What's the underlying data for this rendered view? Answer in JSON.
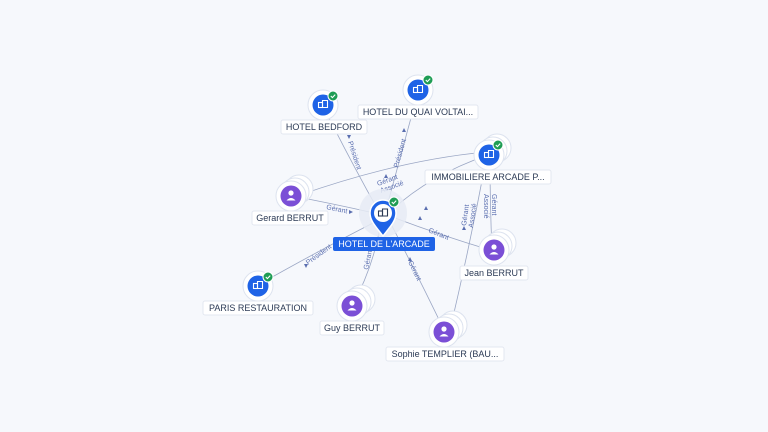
{
  "colors": {
    "company": "#1f63e6",
    "person": "#7b4fd6",
    "check": "#1f9d55",
    "edge": "#9aa6c4",
    "center_label_bg": "#1f63e6"
  },
  "center": {
    "label": "HOTEL DE L'ARCADE",
    "icon": "building-icon"
  },
  "nodes": [
    {
      "id": "bedford",
      "type": "company",
      "label": "HOTEL BEDFORD",
      "verified": true,
      "stack": false
    },
    {
      "id": "quai",
      "type": "company",
      "label": "HOTEL DU QUAI VOLTAI...",
      "verified": true,
      "stack": false
    },
    {
      "id": "immobiliere",
      "type": "company",
      "label": "IMMOBILIERE ARCADE P...",
      "verified": true,
      "stack": true
    },
    {
      "id": "gerard",
      "type": "person",
      "label": "Gerard BERRUT",
      "verified": false,
      "stack": true
    },
    {
      "id": "jean",
      "type": "person",
      "label": "Jean BERRUT",
      "verified": false,
      "stack": true
    },
    {
      "id": "paris",
      "type": "company",
      "label": "PARIS RESTAURATION",
      "verified": true,
      "stack": false
    },
    {
      "id": "guy",
      "type": "person",
      "label": "Guy BERRUT",
      "verified": false,
      "stack": true
    },
    {
      "id": "sophie",
      "type": "person",
      "label": "Sophie TEMPLIER (BAU...",
      "verified": false,
      "stack": true
    }
  ],
  "edges": [
    {
      "id": "e-bedford",
      "label": "Président"
    },
    {
      "id": "e-quai",
      "label": "Président"
    },
    {
      "id": "e-immo-gerant",
      "label": "Gérant"
    },
    {
      "id": "e-immo-associe",
      "label": "Associé"
    },
    {
      "id": "e-gerard",
      "label": "Gérant"
    },
    {
      "id": "e-jean",
      "label": "Gérant"
    },
    {
      "id": "e-paris",
      "label": "Président"
    },
    {
      "id": "e-guy",
      "label": "Gérant"
    },
    {
      "id": "e-sophie",
      "label": "Gérant"
    },
    {
      "id": "e-jean-immo-gerant",
      "label": "Gérant"
    },
    {
      "id": "e-jean-immo-associe",
      "label": "Associé"
    },
    {
      "id": "e-sophie-immo-gerant",
      "label": "Gérant"
    },
    {
      "id": "e-sophie-immo-associe",
      "label": "Associé"
    }
  ]
}
